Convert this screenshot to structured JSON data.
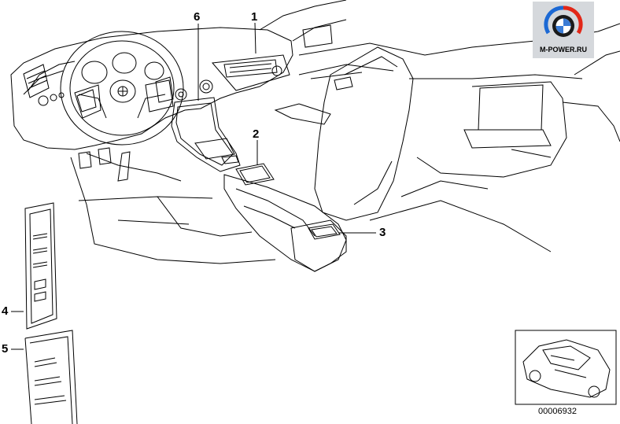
{
  "callouts": {
    "c1": "1",
    "c2": "2",
    "c3": "3",
    "c4": "4",
    "c5": "5",
    "c6": "6"
  },
  "logo": {
    "text": "M-POWER.RU",
    "icon": "bmw-roundel-icon"
  },
  "reference_number": "00006932",
  "colors": {
    "line": "#000000",
    "logo_bg": "#d5d8dc",
    "logo_blue": "#1c69d4",
    "logo_red": "#e22718"
  }
}
